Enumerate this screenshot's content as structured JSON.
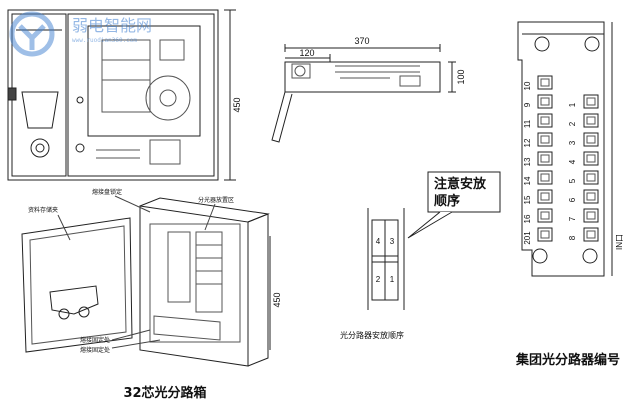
{
  "watermark": {
    "brand": "弱电智能网",
    "url": "www.ruodian360.com"
  },
  "top_left_box": {
    "height_dim": "450"
  },
  "side_view": {
    "width_dim": "370",
    "inner_dim": "120",
    "height_dim": "100"
  },
  "box_3d": {
    "height_dim": "450",
    "labels": [
      "资料存储夹",
      "熔接盘锁定",
      "分光器放置区",
      "熔接固定处",
      "熔接固定处"
    ],
    "caption": "32芯光分路箱"
  },
  "splitter_order": {
    "callout": [
      "注意安放",
      "顺序"
    ],
    "grid_numbers": [
      "4",
      "3",
      "2",
      "1"
    ],
    "caption": "光分路器安放顺序"
  },
  "group_numbering": {
    "left_numbers": [
      "9",
      "11",
      "12",
      "13",
      "14",
      "15",
      "16",
      "201"
    ],
    "left_numbers_second": [
      "10"
    ],
    "right_numbers": [
      "1",
      "2",
      "3",
      "4",
      "5",
      "6",
      "7",
      "8"
    ],
    "side_label": "IN口",
    "caption": "集团光分路器编号"
  }
}
